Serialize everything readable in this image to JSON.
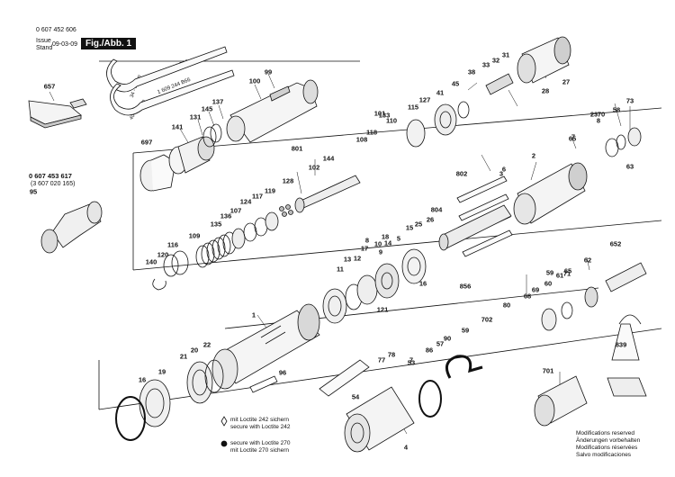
{
  "header": {
    "number": "0 607 452 606",
    "issue_label": "Issue",
    "stand_label": "Stand",
    "date": "09-03-09",
    "figure": "Fig./Abb. 1"
  },
  "accessory": {
    "number": "0 607 453 617",
    "alt_number": "(3 607 020 165)"
  },
  "spanner": {
    "part_a": "1 609 244 B65",
    "part_b": "1 609 244 B66",
    "range_a": "34 - 36mm",
    "range_b": "40 - 42mm"
  },
  "legend": {
    "loctite242_de": "mit Loctite 242 sichern",
    "loctite242_en": "secure with Loctite 242",
    "loctite270_en": "secure with Loctite 270",
    "loctite270_de": "mit Loctite 270 sichern"
  },
  "notes": {
    "en": "Modifications reserved",
    "de": "Änderungen vorbehalten",
    "fr": "Modifications réservées",
    "es": "Salvo modificaciones"
  },
  "callouts": [
    "657",
    "697",
    "141",
    "131",
    "145",
    "137",
    "100",
    "99",
    "133",
    "127",
    "108",
    "118",
    "110",
    "101",
    "115",
    "41",
    "45",
    "38",
    "33",
    "32",
    "31",
    "28",
    "27",
    "801",
    "144",
    "102",
    "128",
    "117",
    "119",
    "124",
    "107",
    "136",
    "135",
    "109",
    "116",
    "120",
    "140",
    "802",
    "3",
    "2",
    "804",
    "26",
    "25",
    "15",
    "5",
    "14",
    "16",
    "23",
    "9",
    "13",
    "11",
    "12",
    "17",
    "10",
    "121",
    "7",
    "8",
    "58",
    "73",
    "63",
    "856",
    "68",
    "69",
    "60",
    "61",
    "65",
    "62",
    "652",
    "1",
    "22",
    "20",
    "21",
    "19",
    "16",
    "96",
    "78",
    "77",
    "86",
    "57",
    "90",
    "59",
    "53",
    "54",
    "80",
    "702",
    "701",
    "839",
    "95",
    "4",
    "6",
    "18",
    "8",
    "70",
    "59",
    "7",
    "65",
    "71"
  ],
  "palette": {
    "ink": "#111111",
    "paper": "#ffffff",
    "shade": "#d0d0d0"
  }
}
